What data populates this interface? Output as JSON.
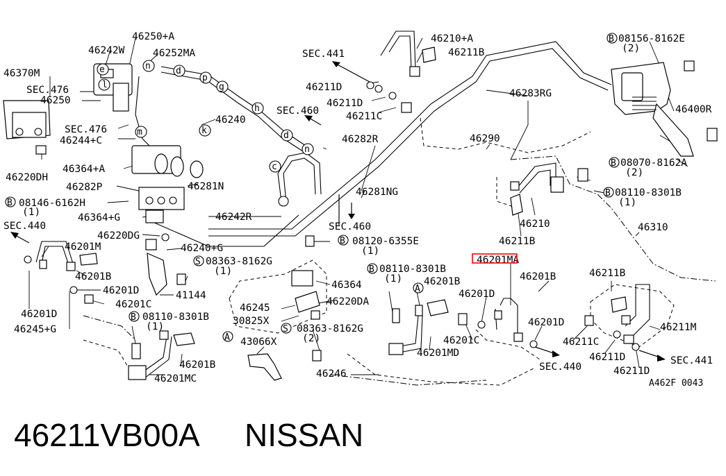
{
  "diagram": {
    "highlight_color": "#ff0000",
    "labels": {
      "p46250A": "46250+A",
      "p46242W": "46242W",
      "p46252MA": "46252MA",
      "p46370M": "46370M",
      "sec476a": "SEC.476",
      "p46250": "46250",
      "sec476b": "SEC.476",
      "p46244C": "46244+C",
      "p46220DH": "46220DH",
      "p46364A": "46364+A",
      "p46282P": "46282P",
      "p46281N": "46281N",
      "b08146": "08146-6162H",
      "b08146q": "(1)",
      "p46364G": "46364+G",
      "p46242R": "46242R",
      "sec440a": "SEC.440",
      "p46220DG": "46220DG",
      "p46201M": "46201M",
      "p46240G": "46240+G",
      "p46201B_1": "46201B",
      "s08363a": "08363-8162G",
      "s08363aq": "(1)",
      "p46201D_1": "46201D",
      "p41144": "41144",
      "p46201D_2": "46201D",
      "p46201C_1": "46201C",
      "b08110a": "08110-8301B",
      "b08110aq": "(1)",
      "p46245G": "46245+G",
      "p46201B_2": "46201B",
      "p46201MC": "46201MC",
      "p46240": "46240",
      "sec460a": "SEC.460",
      "sec441a": "SEC.441",
      "p46211D_1": "46211D",
      "p46211D_2": "46211D",
      "p46211C_1": "46211C",
      "p46210A": "46210+A",
      "p46211B_1": "46211B",
      "p46282R": "46282R",
      "p46281NG": "46281NG",
      "sec460b": "SEC.460",
      "b08120": "08120-6355E",
      "b08120q": "(1)",
      "p46364": "46364",
      "p46245": "46245",
      "p30825X": "30825X",
      "p46220DA": "46220DA",
      "s08363b": "08363-8162G",
      "s08363bq": "(2)",
      "p43066X": "43066X",
      "p46246": "46246",
      "b08110b": "08110-8301B",
      "b08110bq": "(1)",
      "p46201B_3": "46201B",
      "p46201C_2": "46201C",
      "p46201MD": "46201MD",
      "p46201D_3": "46201D",
      "p46201MA": "46201MA",
      "p46201B_4": "46201B",
      "p46201D_4": "46201D",
      "sec440b": "SEC.440",
      "p46283RG": "46283RG",
      "p46290": "46290",
      "p46210": "46210",
      "p46211B_2": "46211B",
      "b08156": "08156-8162E",
      "b08156q": "(2)",
      "p46400R": "46400R",
      "b08070": "08070-8162A",
      "b08070q": "(2)",
      "b08110c": "08110-8301B",
      "b08110cq": "(1)",
      "p46310": "46310",
      "p46211B_3": "46211B",
      "p46211M": "46211M",
      "p46211C_2": "46211C",
      "p46211D_3": "46211D",
      "sec441b": "SEC.441",
      "p46211D_4": "46211D",
      "ref": "A462F 0043",
      "markB": "B",
      "markS": "S",
      "markA": "A",
      "callouts": [
        "n",
        "d",
        "p",
        "g",
        "h",
        "d",
        "n",
        "m",
        "l",
        "k",
        "c",
        "e"
      ]
    }
  },
  "footer": {
    "part_number": "46211VB00A",
    "brand": "NISSAN"
  }
}
